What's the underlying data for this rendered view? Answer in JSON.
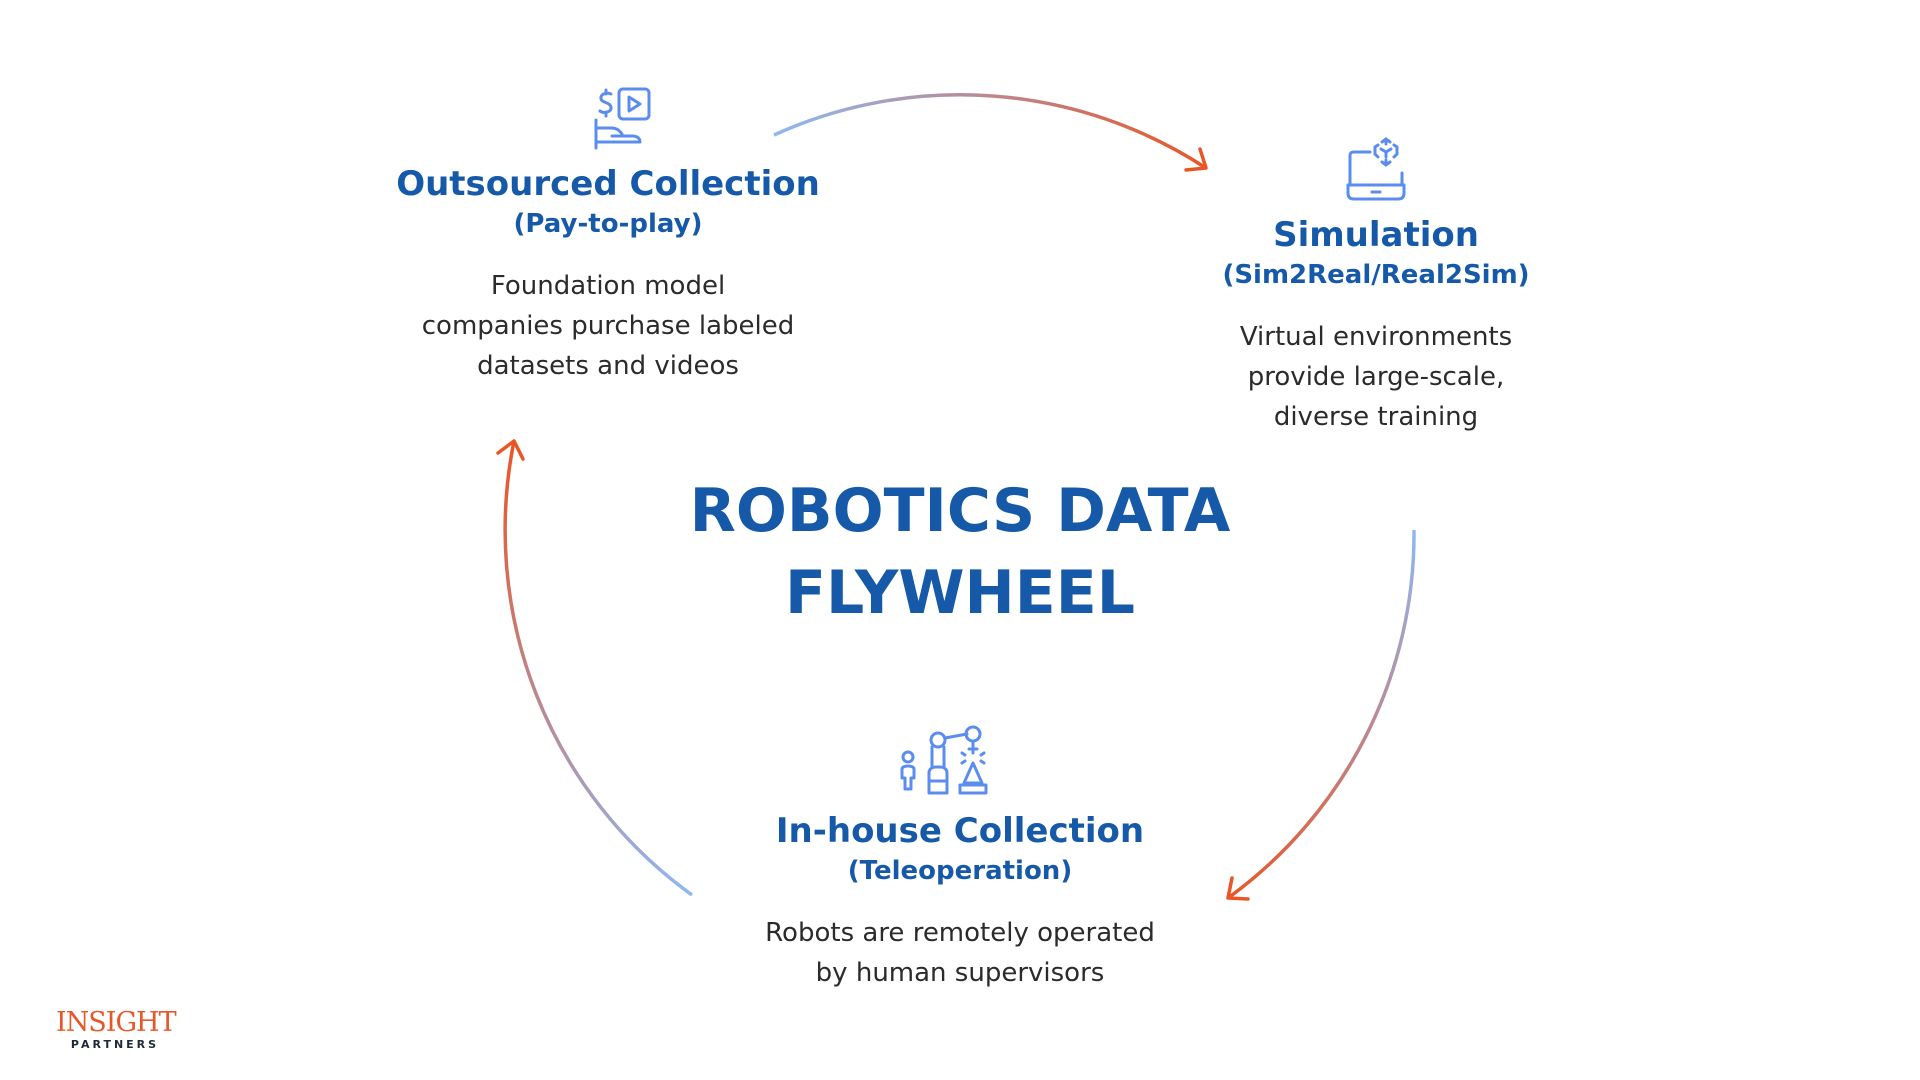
{
  "center_title": {
    "line1": "ROBOTICS DATA",
    "line2": "FLYWHEEL"
  },
  "nodes": [
    {
      "icon": "hand-money-video-icon",
      "title": "Outsourced Collection",
      "subtitle": "(Pay-to-play)",
      "body": "Foundation model\ncompanies purchase labeled\ndatasets and videos"
    },
    {
      "icon": "laptop-cube-icon",
      "title": "Simulation",
      "subtitle": "(Sim2Real/Real2Sim)",
      "body": "Virtual environments\nprovide large-scale,\ndiverse training"
    },
    {
      "icon": "person-robot-arm-icon",
      "title": "In-house Collection",
      "subtitle": "(Teleoperation)",
      "body": "Robots are remotely operated\nby human supervisors"
    }
  ],
  "logo": {
    "brand": "INSIGHT",
    "sub": "PARTNERS"
  },
  "colors": {
    "title": "#1559a8",
    "icon": "#5b8def",
    "arc_start": "#8fb8f2",
    "arc_end": "#ea5526"
  }
}
